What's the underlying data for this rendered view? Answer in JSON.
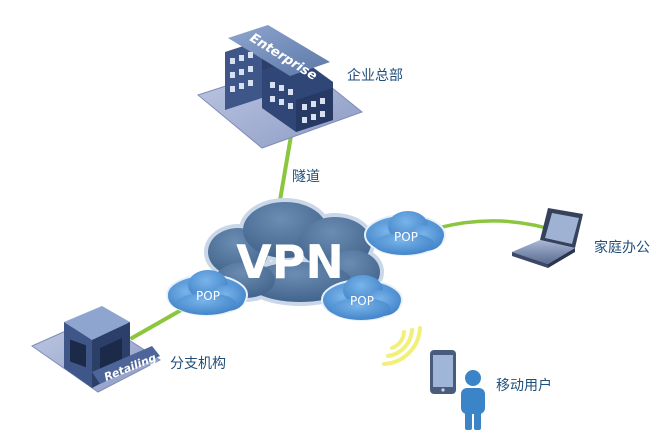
{
  "diagram": {
    "center_label": "VPN",
    "pop_label": "POP",
    "building_badges": {
      "headquarters": "Enterprise",
      "branch": "Retailing"
    },
    "nodes": [
      {
        "id": "headquarters",
        "label": "企业总部"
      },
      {
        "id": "home_office",
        "label": "家庭办公"
      },
      {
        "id": "branch",
        "label": "分支机构"
      },
      {
        "id": "mobile_user",
        "label": "移动用户"
      }
    ],
    "tunnel_label": "隧道",
    "colors": {
      "link": "#8cc63f",
      "cloud_main": "#4a6d93",
      "cloud_outline": "#c9d7e8",
      "pop_cloud": "#4d8fd1",
      "label_text": "#1f4e79",
      "signal": "#f3f07a",
      "person": "#3b84c8"
    }
  }
}
